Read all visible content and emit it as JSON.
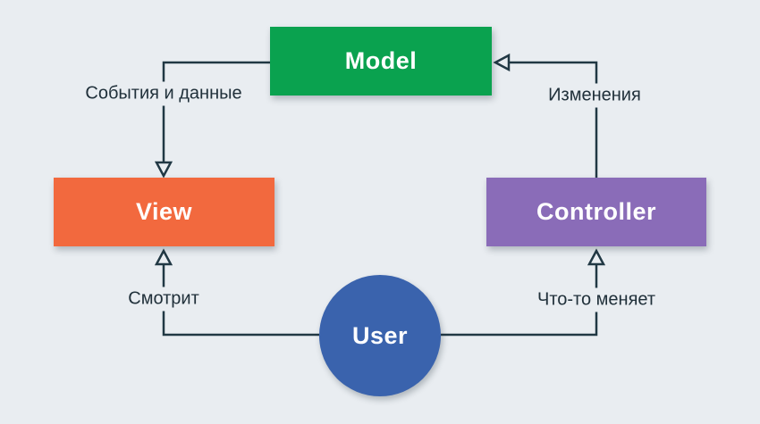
{
  "colors": {
    "background": "#e9edf1",
    "line": "#213844",
    "label-text": "#20303a",
    "node-text": "#ffffff",
    "model": "#0aa24f",
    "view": "#f2693e",
    "controller": "#8a6cb8",
    "user": "#3a63ad"
  },
  "nodes": {
    "model": {
      "label": "Model"
    },
    "view": {
      "label": "View"
    },
    "controller": {
      "label": "Controller"
    },
    "user": {
      "label": "User"
    }
  },
  "edges": {
    "model_to_view": {
      "label": "События и данные"
    },
    "controller_to_model": {
      "label": "Изменения"
    },
    "user_to_view": {
      "label": "Смотрит"
    },
    "user_to_controller": {
      "label": "Что-то меняет"
    }
  }
}
